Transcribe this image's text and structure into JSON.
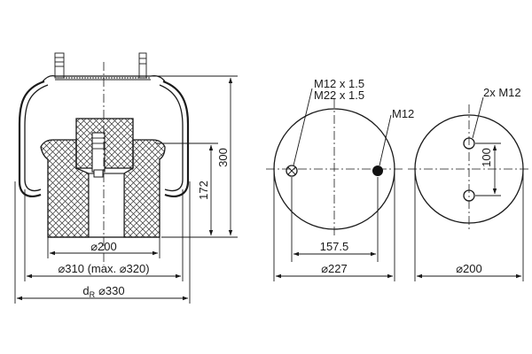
{
  "side_view": {
    "dims": {
      "diameter_200": "⌀200",
      "diameter_310": "⌀310  (max. ⌀320)",
      "dr_prefix": "d",
      "dr_subscript": "R",
      "dr_value": "⌀330",
      "height_300": "300",
      "height_172": "172"
    }
  },
  "top_plate": {
    "thread_1": "M12 x 1.5",
    "thread_2": "M22 x 1.5",
    "thread_3": "M12",
    "dim_157": "157.5",
    "dim_227": "⌀227"
  },
  "bottom_plate": {
    "thread": "2x M12",
    "dim_100": "100",
    "dim_200": "⌀200"
  }
}
